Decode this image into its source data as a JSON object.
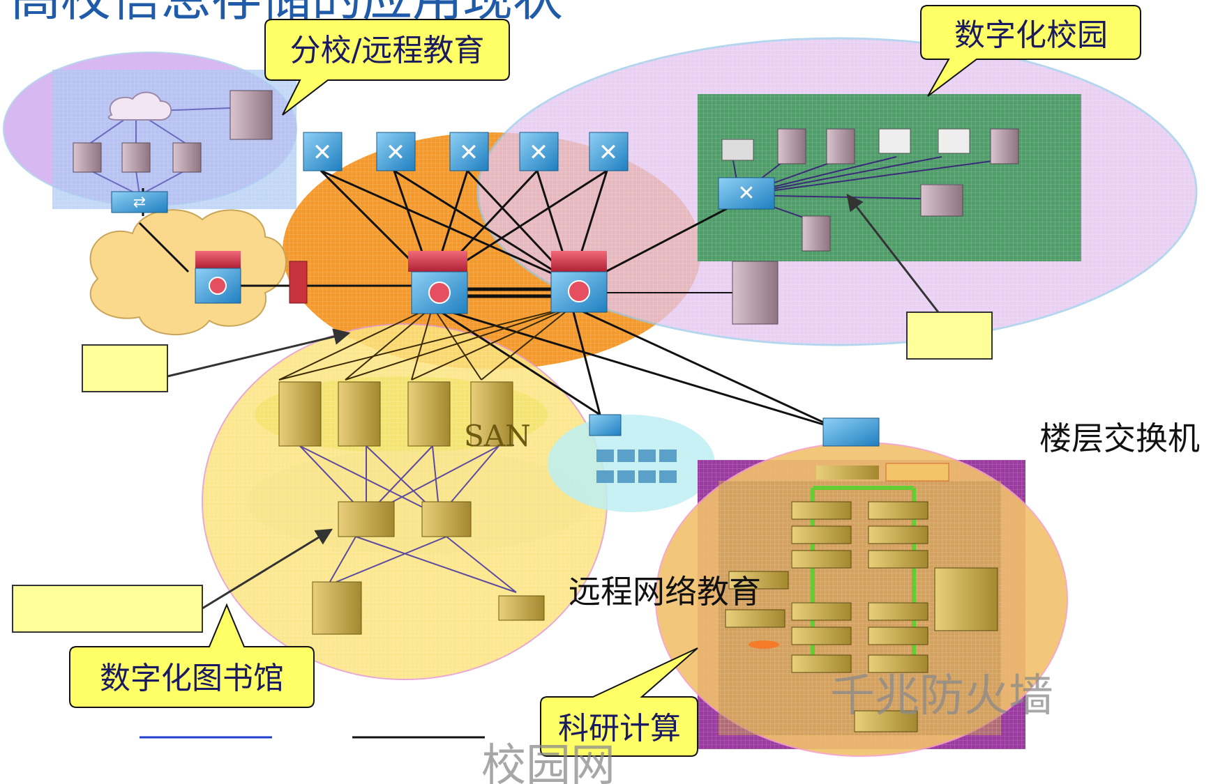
{
  "title": "高校信息存储的应用现状",
  "callouts": {
    "branch": "分校/远程教育",
    "campus": "数字化校园",
    "library": "数字化图书馆",
    "research": "科研计算"
  },
  "labels": {
    "san": "SAN",
    "floor_switch": "楼层交换机",
    "remote_education": "远程网络教育",
    "firewall": "千兆防火墙",
    "campus_net": "校园网"
  },
  "colors": {
    "title": "#1f5ba8",
    "callout_fill": "#ffff66",
    "core_orange": "#f7a43b",
    "campus_purple": "#e8c6f0",
    "library_yellow": "#fde37a",
    "research_purple": "#9b3aa0",
    "green_panel": "#4f9e6a",
    "switch_blue": "#2e8fd0",
    "router_red": "#d23a4c"
  },
  "icons": [
    "cloud-icon",
    "server-icon",
    "switch-icon",
    "router-icon",
    "firewall-icon",
    "workstation-icon",
    "storage-icon",
    "pc-icon"
  ]
}
